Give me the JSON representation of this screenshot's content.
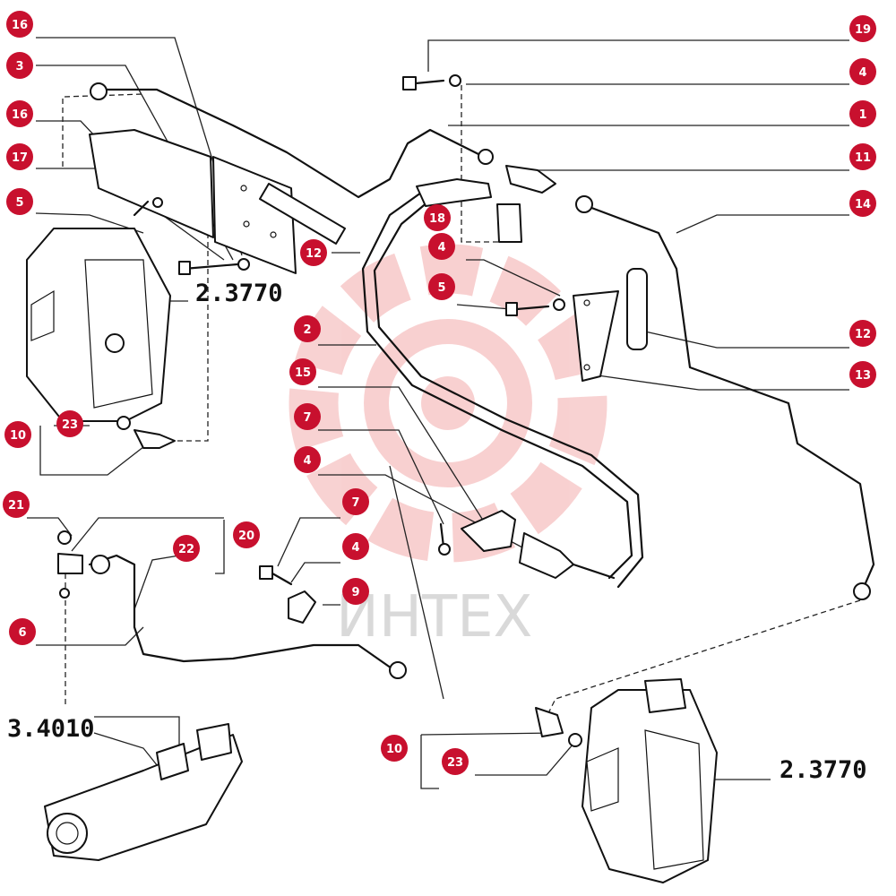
{
  "diagram": {
    "callouts": [
      {
        "id": "c16a",
        "label": "16"
      },
      {
        "id": "c3",
        "label": "3"
      },
      {
        "id": "c16b",
        "label": "16"
      },
      {
        "id": "c17",
        "label": "17"
      },
      {
        "id": "c5a",
        "label": "5"
      },
      {
        "id": "c12a",
        "label": "12"
      },
      {
        "id": "c19",
        "label": "19"
      },
      {
        "id": "c4a",
        "label": "4"
      },
      {
        "id": "c1",
        "label": "1"
      },
      {
        "id": "c11",
        "label": "11"
      },
      {
        "id": "c14",
        "label": "14"
      },
      {
        "id": "c18",
        "label": "18"
      },
      {
        "id": "c4b",
        "label": "4"
      },
      {
        "id": "c5b",
        "label": "5"
      },
      {
        "id": "c12b",
        "label": "12"
      },
      {
        "id": "c13",
        "label": "13"
      },
      {
        "id": "c2",
        "label": "2"
      },
      {
        "id": "c15",
        "label": "15"
      },
      {
        "id": "c7a",
        "label": "7"
      },
      {
        "id": "c4c",
        "label": "4"
      },
      {
        "id": "c10a",
        "label": "10"
      },
      {
        "id": "c23a",
        "label": "23"
      },
      {
        "id": "c21",
        "label": "21"
      },
      {
        "id": "c20",
        "label": "20"
      },
      {
        "id": "c22",
        "label": "22"
      },
      {
        "id": "c7b",
        "label": "7"
      },
      {
        "id": "c4d",
        "label": "4"
      },
      {
        "id": "c9",
        "label": "9"
      },
      {
        "id": "c6",
        "label": "6"
      },
      {
        "id": "c10b",
        "label": "10"
      },
      {
        "id": "c23b",
        "label": "23"
      }
    ],
    "reference_labels": [
      {
        "id": "r1",
        "text": "2.3770"
      },
      {
        "id": "r2",
        "text": "3.4010"
      },
      {
        "id": "r3",
        "text": "2.3770"
      }
    ],
    "watermark": {
      "text": "ИНТЕХ",
      "color": "#e8a0a0"
    }
  }
}
